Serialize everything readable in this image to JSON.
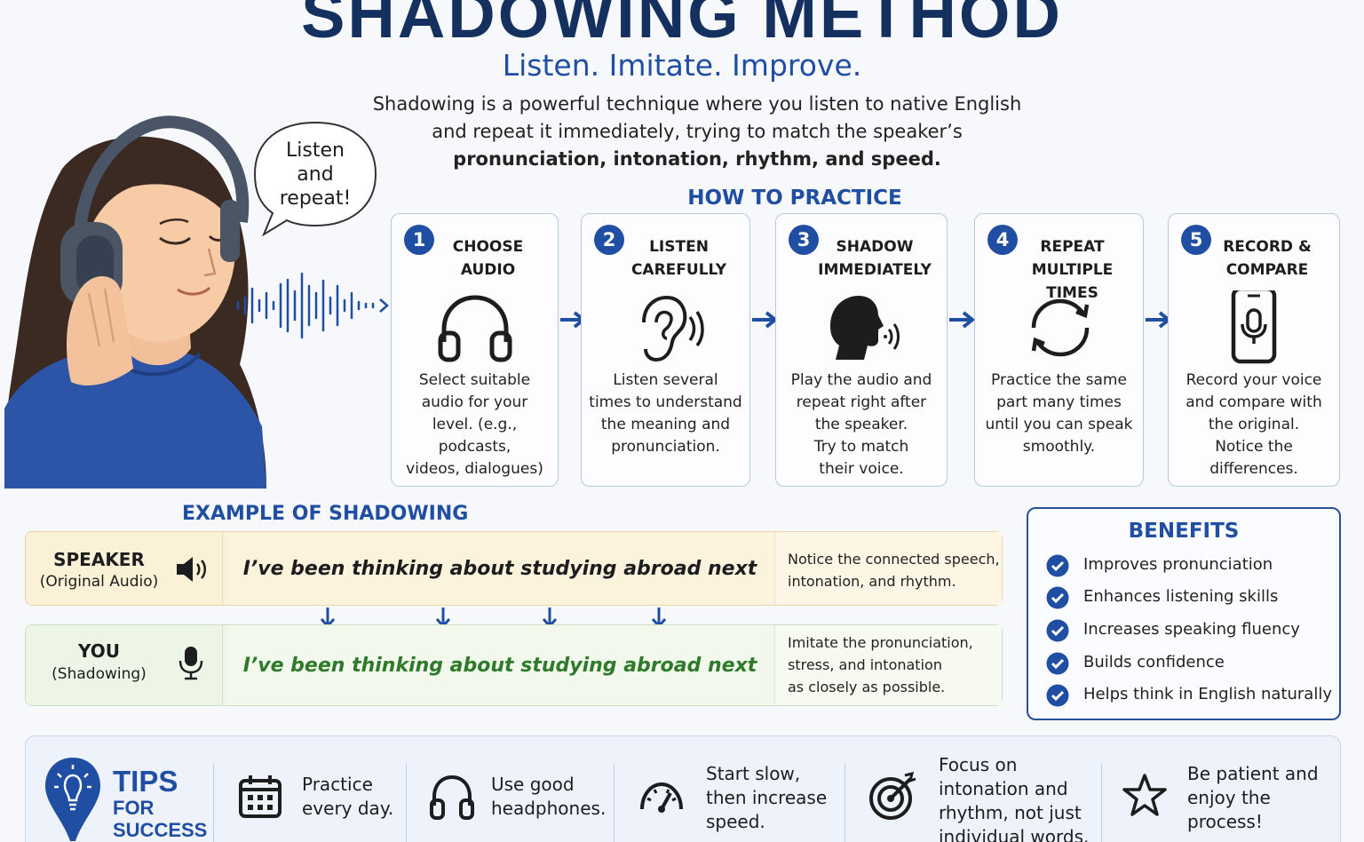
{
  "header": {
    "title": "SHADOWING METHOD",
    "subtitle": "Listen. Imitate. Improve.",
    "intro_line1": "Shadowing is a powerful technique where you listen to native English",
    "intro_line2": "and repeat it immediately, trying to match the speaker’s",
    "intro_bold": "pronunciation, intonation, rhythm, and speed."
  },
  "bubble": {
    "line1": "Listen",
    "line2": "and",
    "line3": "repeat!"
  },
  "practice": {
    "title": "HOW TO PRACTICE",
    "steps": [
      {
        "num": "1",
        "title1": "CHOOSE",
        "title2": "AUDIO",
        "icon": "headphones-icon",
        "desc": [
          "Select suitable",
          "audio for your",
          "level. (e.g., podcasts,",
          "videos, dialogues)"
        ]
      },
      {
        "num": "2",
        "title1": "LISTEN",
        "title2": "CAREFULLY",
        "icon": "ear-icon",
        "desc": [
          "Listen several",
          "times to understand",
          "the meaning and",
          "pronunciation."
        ]
      },
      {
        "num": "3",
        "title1": "SHADOW",
        "title2": "IMMEDIATELY",
        "icon": "speaking-head-icon",
        "desc": [
          "Play the audio and",
          "repeat right after",
          "the speaker.",
          "Try to match",
          "their voice."
        ]
      },
      {
        "num": "4",
        "title1": "REPEAT",
        "title2": "MULTIPLE TIMES",
        "icon": "repeat-icon",
        "desc": [
          "Practice the same",
          "part many times",
          "until you can speak",
          "smoothly."
        ]
      },
      {
        "num": "5",
        "title1": "RECORD &",
        "title2": "COMPARE",
        "icon": "phone-microphone-icon",
        "desc": [
          "Record your voice",
          "and compare with",
          "the original.",
          "Notice the",
          "differences."
        ]
      }
    ]
  },
  "example": {
    "title": "EXAMPLE OF SHADOWING",
    "speaker": {
      "label": "SPEAKER",
      "sub": "(Original Audio)",
      "icon": "speaker-icon",
      "sentence": "I’ve been thinking about studying abroad next year.",
      "note1": "Notice the connected speech,",
      "note2": "intonation, and rhythm."
    },
    "you": {
      "label": "YOU",
      "sub": "(Shadowing)",
      "icon": "microphone-icon",
      "sentence": "I’ve been thinking about studying abroad next year.",
      "note1": "Imitate the pronunciation,",
      "note2": "stress, and intonation",
      "note3": "as closely as possible."
    }
  },
  "benefits": {
    "title": "BENEFITS",
    "items": [
      "Improves pronunciation",
      "Enhances listening skills",
      "Increases speaking fluency",
      "Builds confidence",
      "Helps think in English naturally"
    ]
  },
  "tips": {
    "title": "TIPS",
    "sub1": "FOR",
    "sub2": "SUCCESS",
    "items": [
      {
        "icon": "calendar-icon",
        "lines": [
          "Practice",
          "every day."
        ]
      },
      {
        "icon": "headphones-icon",
        "lines": [
          "Use good",
          "headphones."
        ]
      },
      {
        "icon": "speedometer-icon",
        "lines": [
          "Start slow,",
          "then increase",
          "speed."
        ]
      },
      {
        "icon": "target-icon",
        "lines": [
          "Focus on",
          "intonation and",
          "rhythm, not just",
          "individual words."
        ]
      },
      {
        "icon": "star-icon",
        "lines": [
          "Be patient and",
          "enjoy the",
          "process!"
        ]
      }
    ]
  },
  "colors": {
    "navy": "#14305f",
    "accent_blue": "#1f4ea3",
    "speaker_bg": "#fbf1d6",
    "you_bg": "#edf5e6",
    "you_text": "#2f7a2a"
  }
}
